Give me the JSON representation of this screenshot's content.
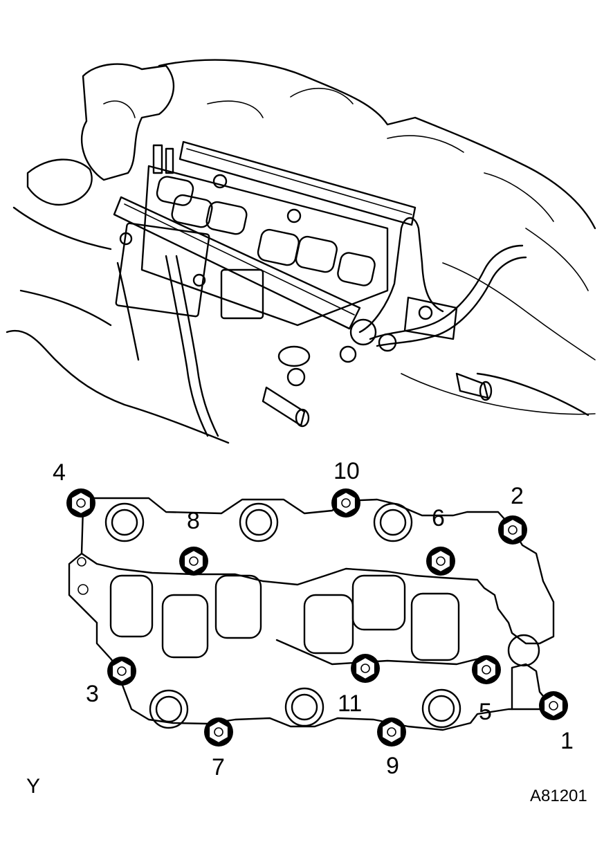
{
  "diagram": {
    "view_label": "Y",
    "figure_code": "A81201",
    "bolt_sequence_labels": [
      "1",
      "2",
      "3",
      "4",
      "5",
      "6",
      "7",
      "8",
      "9",
      "10",
      "11"
    ]
  }
}
